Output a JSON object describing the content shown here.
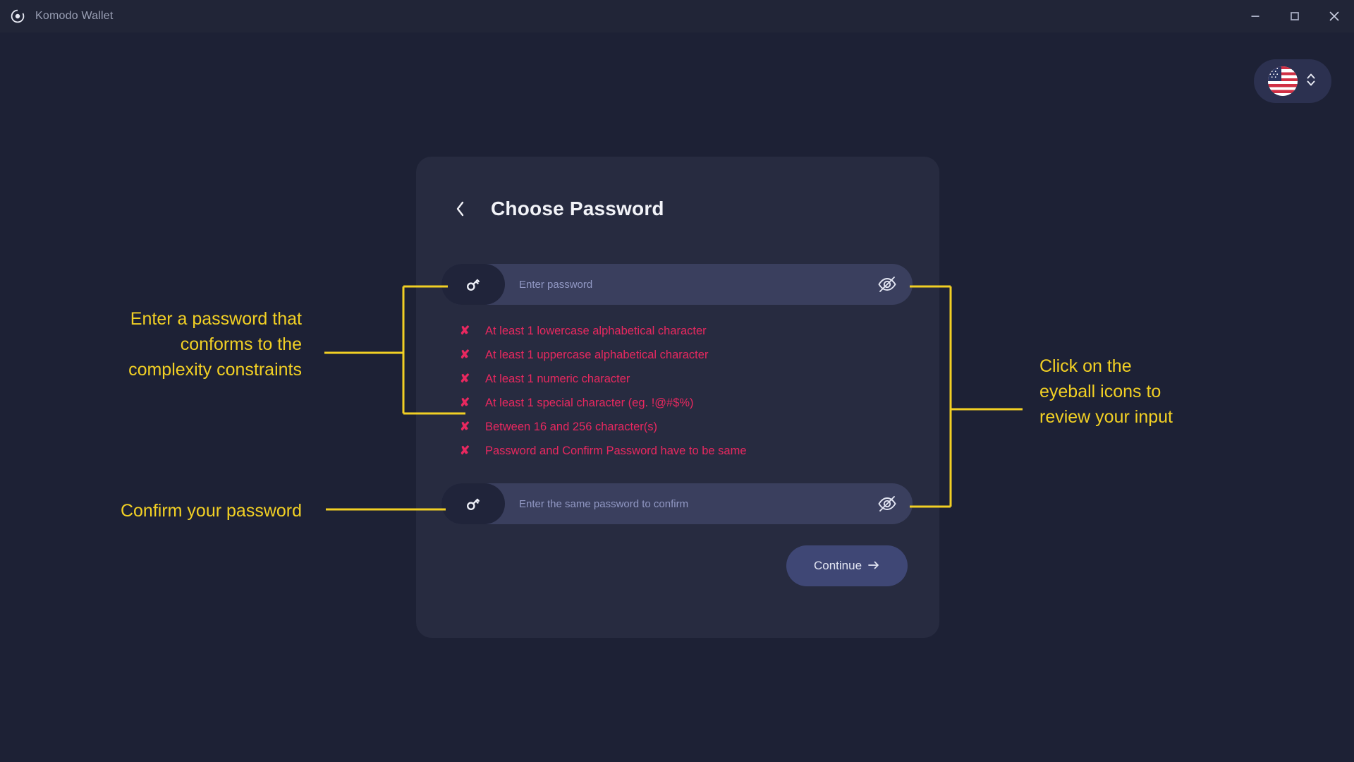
{
  "window": {
    "app_title": "Komodo Wallet",
    "logo_icon": "komodo-logo-icon",
    "controls": [
      {
        "name": "minimize",
        "icon": "minimize-icon"
      },
      {
        "name": "maximize",
        "icon": "maximize-icon"
      },
      {
        "name": "close",
        "icon": "close-icon"
      }
    ]
  },
  "language_selector": {
    "flag_icon": "us-flag-icon",
    "chevron_icon": "chevron-up-down-icon"
  },
  "card": {
    "back_icon": "chevron-left-icon",
    "title": "Choose Password",
    "password_field": {
      "icon": "key-icon",
      "placeholder": "Enter password",
      "value": "",
      "toggle_icon": "eye-off-icon"
    },
    "confirm_field": {
      "icon": "key-icon",
      "placeholder": "Enter the same password to confirm",
      "value": "",
      "toggle_icon": "eye-off-icon"
    },
    "rules_mark": "✘",
    "rules": [
      "At least 1 lowercase alphabetical character",
      "At least 1 uppercase alphabetical character",
      "At least 1 numeric character",
      "At least 1 special character (eg. !@#$%)",
      "Between 16 and 256 character(s)",
      "Password and Confirm Password have to be same"
    ],
    "continue": {
      "label": "Continue",
      "arrow_icon": "arrow-right-icon"
    }
  },
  "annotations": {
    "left_top": "Enter a password that\nconforms to the\ncomplexity constraints",
    "left_bottom": "Confirm your password",
    "right": "Click on the\neyeball icons to\nreview your input"
  },
  "colors": {
    "page_bg": "#1d2135",
    "titlebar_bg": "#212537",
    "card_bg": "#272b40",
    "field_bg": "#3a3f5e",
    "field_icon_bg": "#20243a",
    "error_text": "#e8285f",
    "annotation": "#f2d024",
    "button_bg": "#3f4775",
    "placeholder": "#9198c4"
  }
}
